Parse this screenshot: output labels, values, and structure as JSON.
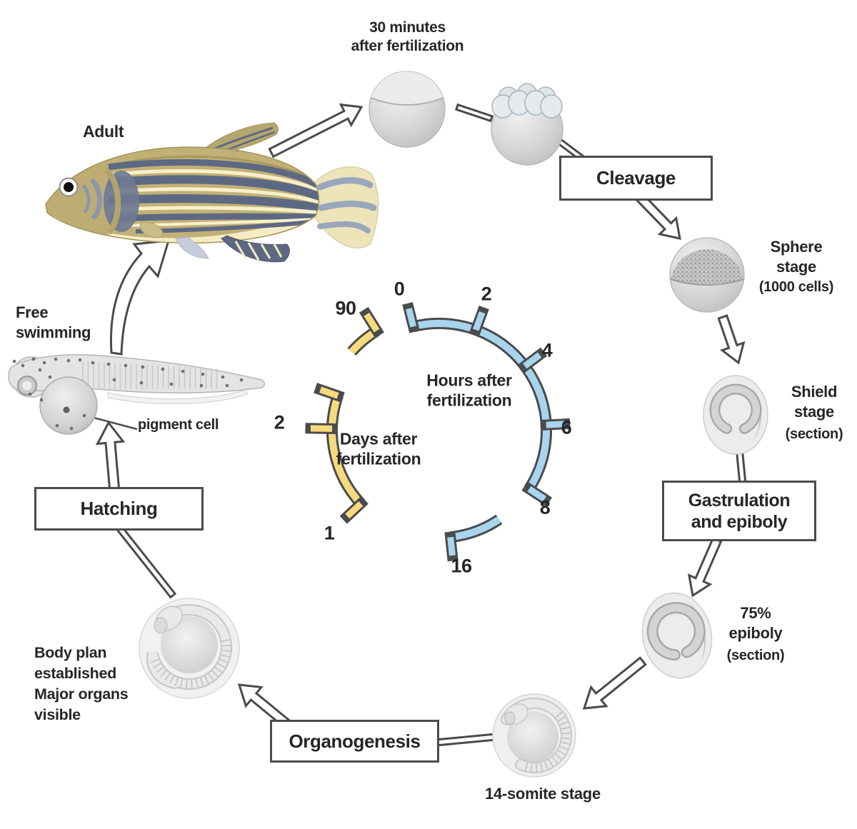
{
  "figure": {
    "subject": "Zebrafish life cycle diagram"
  },
  "colors": {
    "background": "#ffffff",
    "outline": "#4a4b4d",
    "text": "#262626",
    "hours_arc": "#a9d4ee",
    "days_arc": "#f6db7e"
  },
  "stages": {
    "egg": {
      "label": "30 minutes\nafter fertilization"
    },
    "adult": {
      "label": "Adult"
    },
    "free_swimming": {
      "label": "Free\nswimming"
    },
    "pigment_cell": {
      "label": "pigment cell"
    },
    "sphere": {
      "name": "Sphere\nstage",
      "note": "(1000 cells)"
    },
    "shield": {
      "name": "Shield\nstage",
      "note": "(section)"
    },
    "epiboly": {
      "name": "75%\nepiboly",
      "note": "(section)"
    },
    "somite": {
      "name": "14-somite stage"
    },
    "body_plan": {
      "label": "Body plan\nestablished\nMajor organs\nvisible"
    }
  },
  "processes": {
    "cleavage": {
      "label": "Cleavage"
    },
    "gastrulation": {
      "label": "Gastrulation\nand epiboly"
    },
    "organogenesis": {
      "label": "Organogenesis"
    },
    "hatching": {
      "label": "Hatching"
    }
  },
  "clock": {
    "hours": {
      "label": "Hours after\nfertilization",
      "ticks": [
        "0",
        "2",
        "4",
        "6",
        "8",
        "16"
      ]
    },
    "days": {
      "label": "Days after\nfertilization",
      "ticks": [
        "90",
        "2",
        "1"
      ]
    }
  }
}
